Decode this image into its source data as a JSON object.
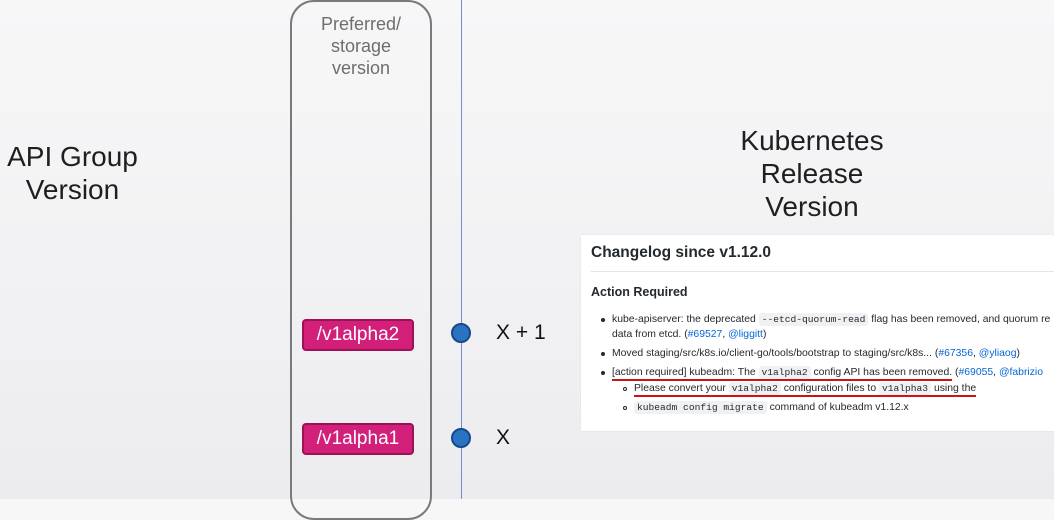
{
  "api_group": {
    "line1": "API Group",
    "line2": "Version"
  },
  "storage_column": {
    "line1": "Preferred/",
    "line2": "storage",
    "line3": "version"
  },
  "versions": [
    {
      "badge": "/v1alpha2",
      "release": "X + 1"
    },
    {
      "badge": "/v1alpha1",
      "release": "X"
    }
  ],
  "kubernetes_release": {
    "line1": "Kubernetes",
    "line2": "Release",
    "line3": "Version"
  },
  "changelog": {
    "title": "Changelog since v1.12.0",
    "subtitle": "Action Required",
    "item1": {
      "prefix": "kube-apiserver: the deprecated",
      "code": "--etcd-quorum-read",
      "suffix": "flag has been removed, and quorum re",
      "line2": "data from etcd. (",
      "pr": "#69527",
      "sep": ", ",
      "author": "@liggitt",
      "close": ")"
    },
    "item2": {
      "text": "Moved staging/src/k8s.io/client-go/tools/bootstrap to staging/src/k8s... (",
      "pr": "#67356",
      "sep": ", ",
      "author": "@yliaog",
      "close": ")"
    },
    "item3": {
      "prefix": "[action required] kubeadm: The",
      "code": "v1alpha2",
      "suffix": "config API has been removed.",
      "open": " (",
      "pr": "#69055",
      "sep": ", ",
      "author": "@fabrizio"
    },
    "sub1": {
      "prefix": "Please convert your",
      "code1": "v1alpha2",
      "mid": "configuration files to",
      "code2": "v1alpha3",
      "suffix": "using the"
    },
    "sub2": {
      "code": "kubeadm config migrate",
      "suffix": "command of kubeadm v1.12.x"
    }
  },
  "colors": {
    "badge_fill": "#d21f79",
    "dot_fill": "#2a73c3",
    "timeline_line": "#6e8fd0",
    "link": "#0366d6",
    "annotation_underline": "#cc1414"
  }
}
